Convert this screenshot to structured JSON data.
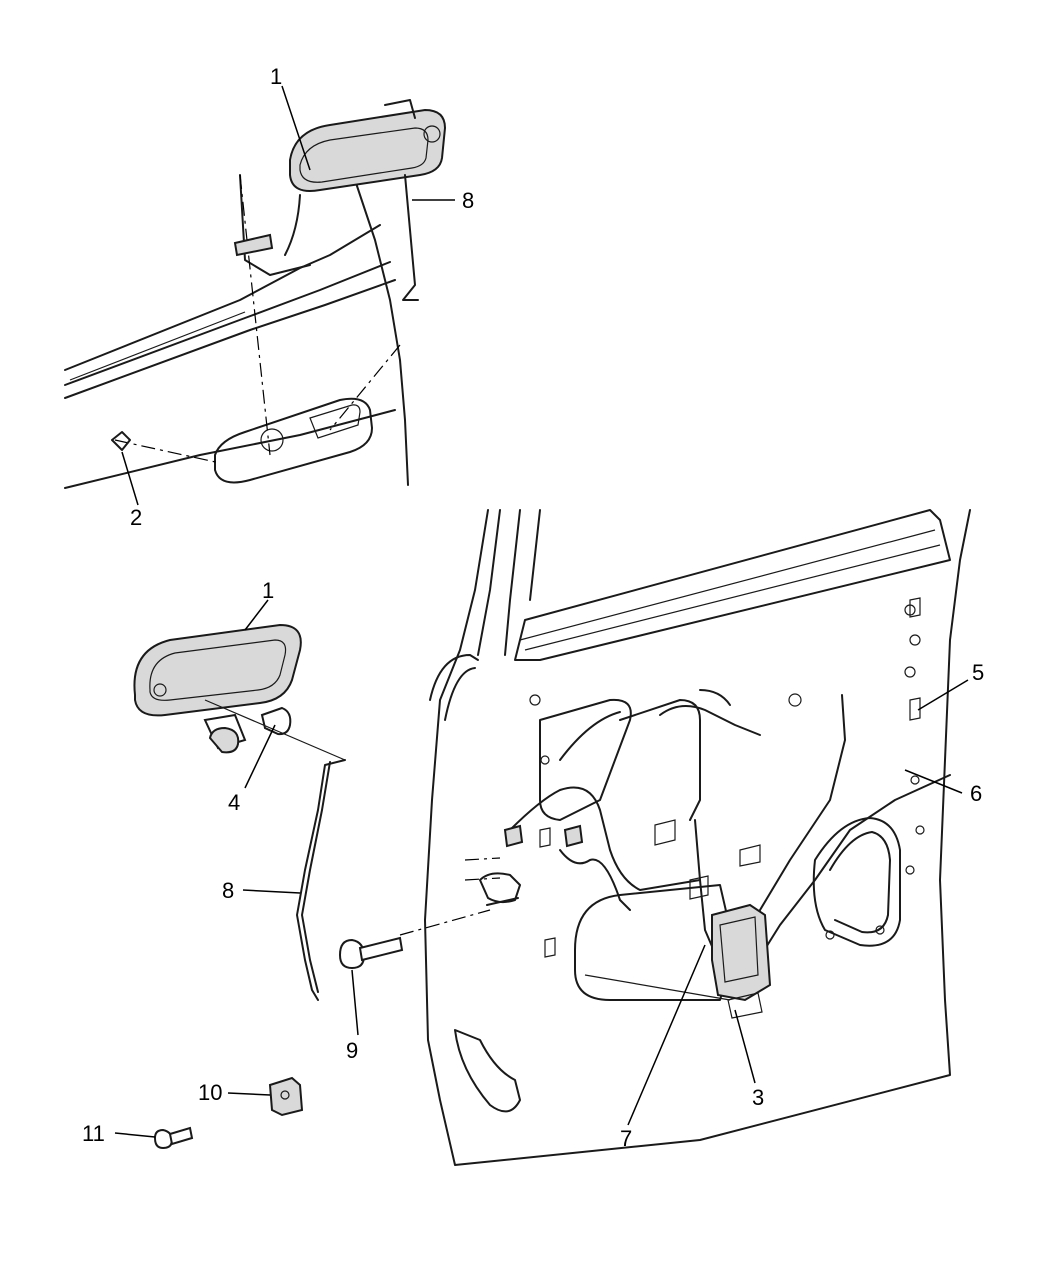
{
  "diagram": {
    "callouts": [
      "1",
      "8",
      "2",
      "1",
      "5",
      "6",
      "4",
      "8",
      "9",
      "3",
      "7",
      "10",
      "11"
    ]
  },
  "colors": {
    "line": "#1a1a1a",
    "background": "#ffffff"
  }
}
